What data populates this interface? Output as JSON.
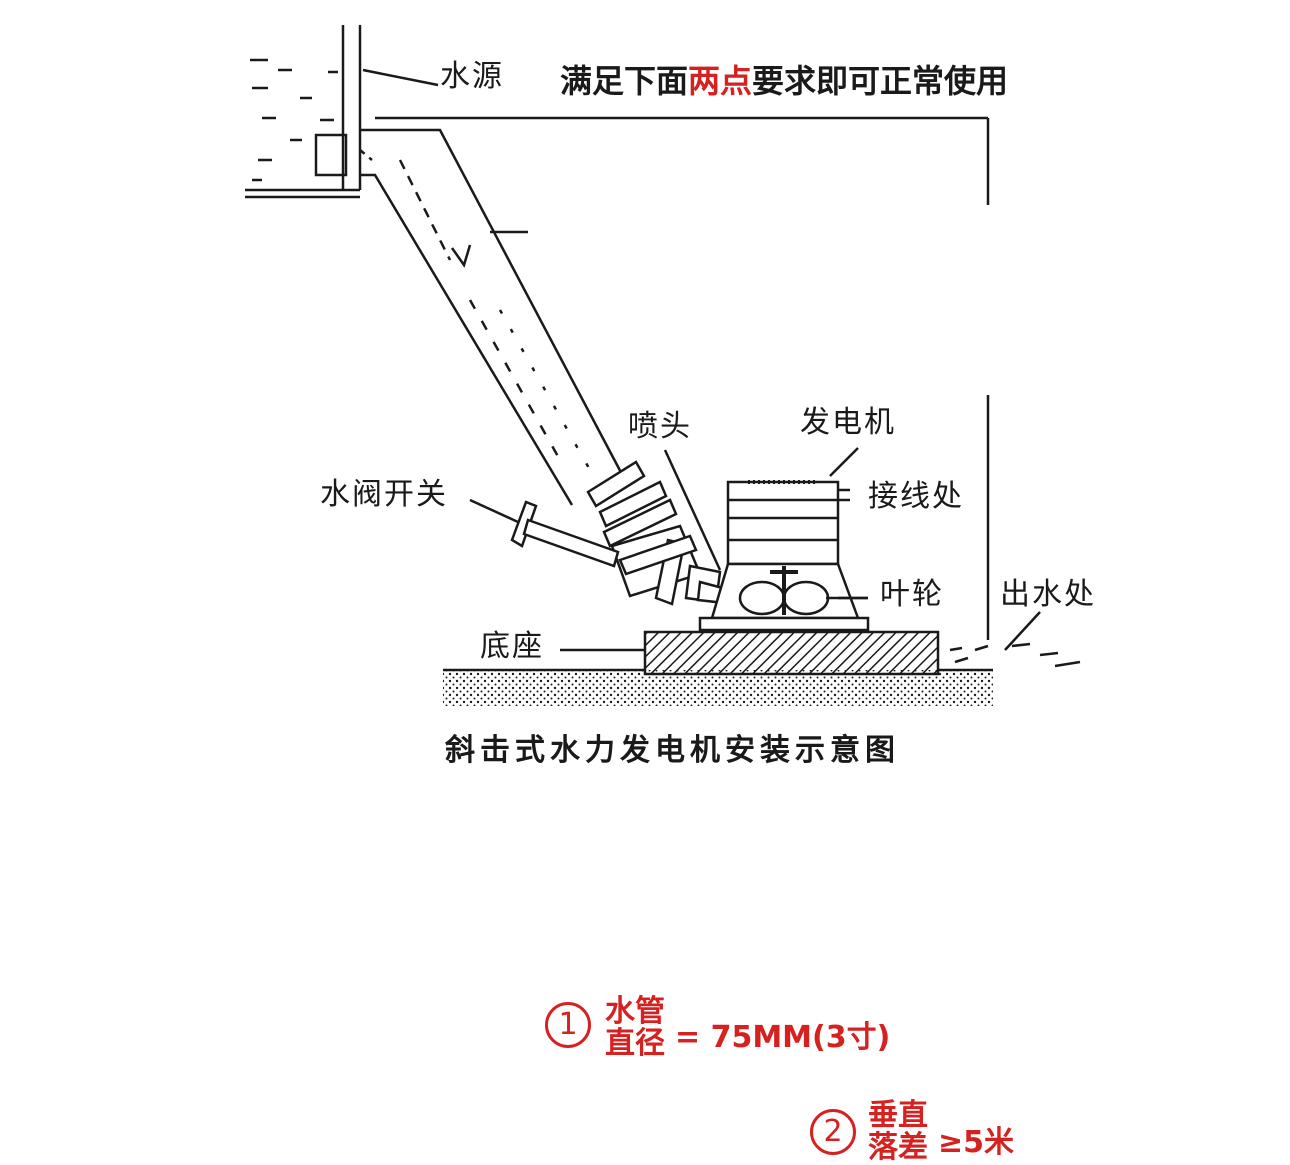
{
  "title": {
    "part1": "满足下面",
    "highlight": "两点",
    "part2": "要求即可正常使用"
  },
  "requirement_1": {
    "number": "1",
    "line1": "水管",
    "line2": "直径",
    "value": "= 75MM(3寸)"
  },
  "requirement_2": {
    "number": "2",
    "line1": "垂直",
    "line2": "落差",
    "value": "≥5米"
  },
  "labels": {
    "water_source": "水源",
    "nozzle": "喷头",
    "generator": "发电机",
    "wiring": "接线处",
    "valve": "水阀开关",
    "impeller": "叶轮",
    "outlet": "出水处",
    "base": "底座"
  },
  "caption": "斜击式水力发电机安装示意图",
  "colors": {
    "accent_red": "#d62121",
    "line": "#1a1a1a"
  }
}
